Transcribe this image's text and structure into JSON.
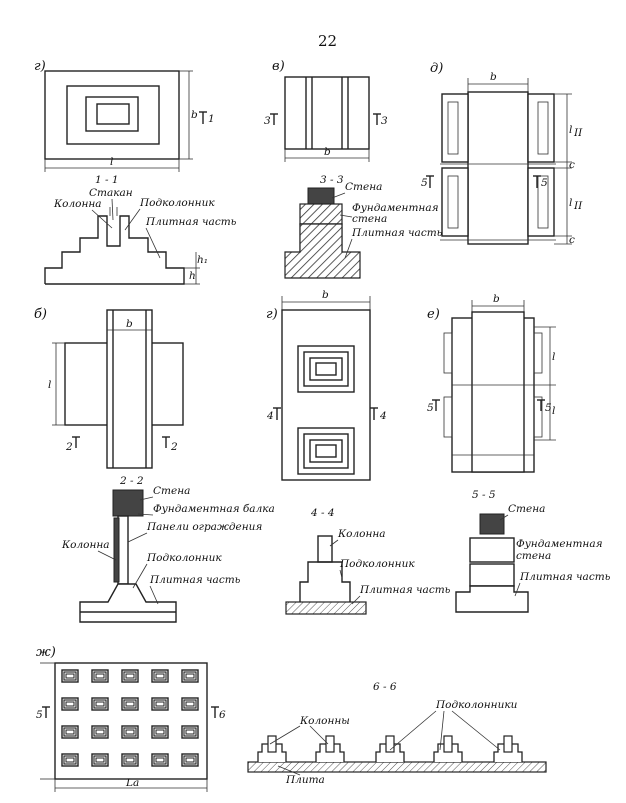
{
  "page_number": "22",
  "panels": {
    "a": {
      "label": "г)",
      "dim_b": "b",
      "dim_l": "l",
      "section_mark": "1",
      "section_title": "1 - 1",
      "callouts": {
        "glass": "Стакан",
        "column": "Колонна",
        "plinth": "Подколонник",
        "slab": "Плитная часть"
      },
      "dims": {
        "h": "h",
        "h1": "h₁"
      }
    },
    "v": {
      "label": "в)",
      "dim_b": "b",
      "section_mark": "3",
      "section_title": "3 - 3",
      "callouts": {
        "wall": "Стена",
        "found_wall_1": "Фундаментная",
        "found_wall_2": "стена",
        "slab": "Плитная часть"
      }
    },
    "d": {
      "label": "д)",
      "dim_b": "b",
      "dim_lII_1": "l",
      "dim_lII_2": "l",
      "dim_c1": "c",
      "dim_c2": "c",
      "sub": "II",
      "section_mark": "5"
    },
    "b": {
      "label": "б)",
      "dim_b": "b",
      "dim_l": "l",
      "section_mark": "2",
      "section_title": "2 - 2",
      "callouts": {
        "wall": "Стена",
        "beam": "Фундаментная балка",
        "panels": "Панели ограждения",
        "column": "Колонна",
        "plinth": "Подколонник",
        "slab": "Плитная часть"
      }
    },
    "g": {
      "label": "г)",
      "dim_b": "b",
      "section_mark": "4",
      "section_title": "4 - 4",
      "callouts": {
        "column": "Колонна",
        "plinth": "Подколонник",
        "slab": "Плитная часть"
      }
    },
    "e": {
      "label": "е)",
      "dim_b": "b",
      "dim_l1": "l",
      "dim_l2": "l",
      "section_mark": "5",
      "section_title": "5 - 5",
      "callouts": {
        "wall": "Стена",
        "found_wall_1": "Фундаментная",
        "found_wall_2": "стена",
        "slab": "Плитная часть"
      }
    },
    "zh": {
      "label": "ж)",
      "dim_La": "Lа",
      "section_mark_left": "5",
      "section_mark_right": "6",
      "section_title": "6 - 6",
      "callouts": {
        "columns": "Колонны",
        "plinths": "Подколонники",
        "slab": "Плита"
      }
    }
  }
}
